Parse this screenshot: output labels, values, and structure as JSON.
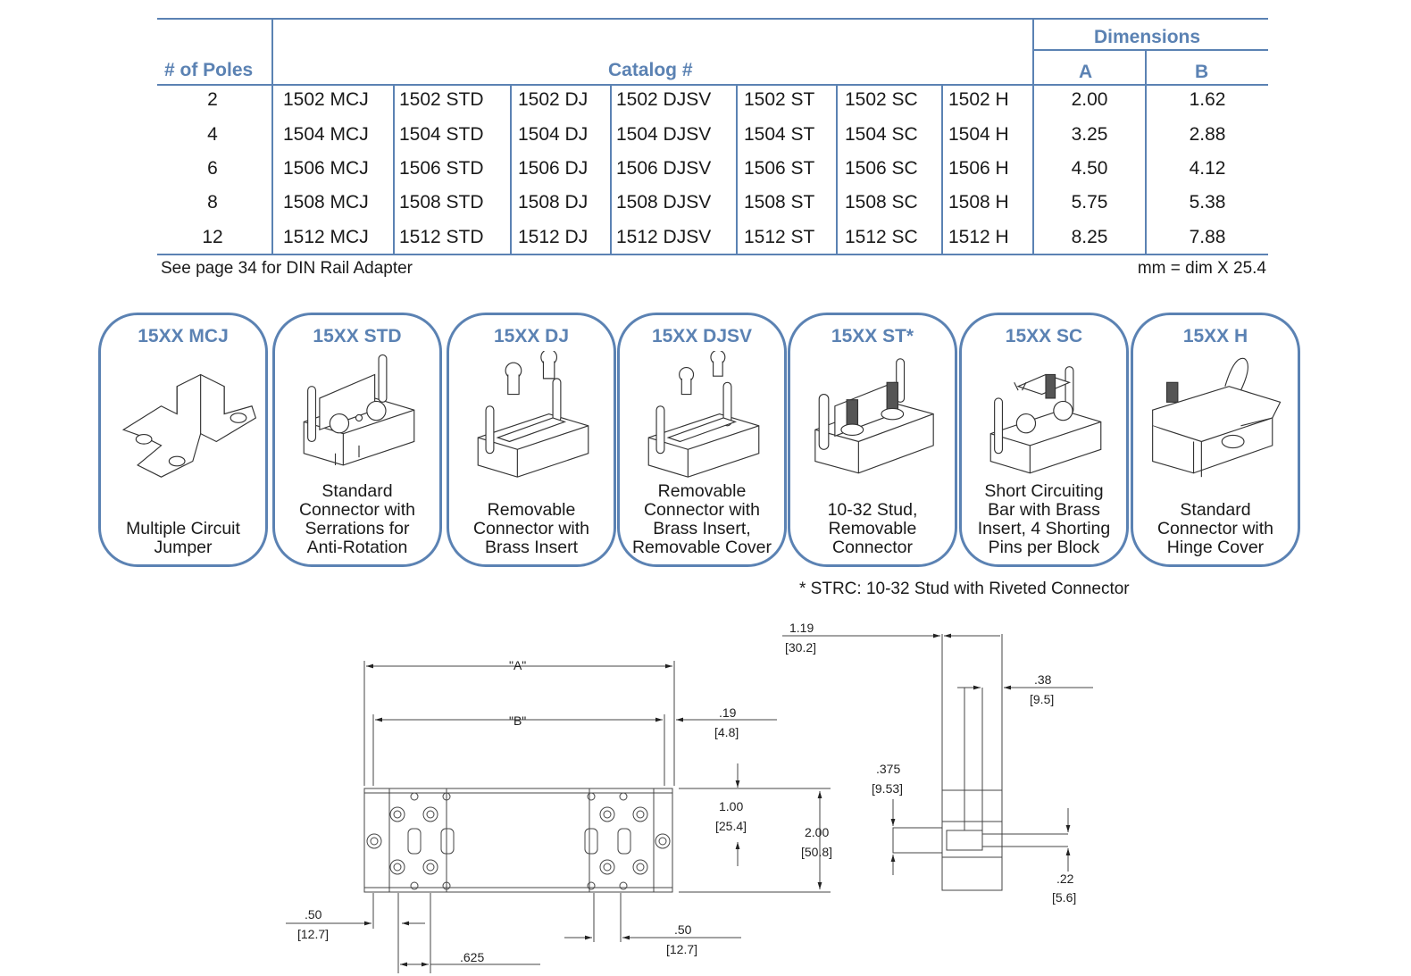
{
  "table": {
    "header_poles": "# of Poles",
    "header_catalog": "Catalog #",
    "header_dimensions": "Dimensions",
    "header_a": "A",
    "header_b": "B",
    "rows": [
      {
        "poles": "2",
        "cat": [
          "1502 MCJ",
          "1502 STD",
          "1502 DJ",
          "1502 DJSV",
          "1502 ST",
          "1502 SC",
          "1502 H"
        ],
        "a": "2.00",
        "b": "1.62"
      },
      {
        "poles": "4",
        "cat": [
          "1504 MCJ",
          "1504 STD",
          "1504 DJ",
          "1504 DJSV",
          "1504 ST",
          "1504 SC",
          "1504 H"
        ],
        "a": "3.25",
        "b": "2.88"
      },
      {
        "poles": "6",
        "cat": [
          "1506 MCJ",
          "1506 STD",
          "1506 DJ",
          "1506 DJSV",
          "1506 ST",
          "1506 SC",
          "1506 H"
        ],
        "a": "4.50",
        "b": "4.12"
      },
      {
        "poles": "8",
        "cat": [
          "1508 MCJ",
          "1508 STD",
          "1508 DJ",
          "1508 DJSV",
          "1508 ST",
          "1508 SC",
          "1508 H"
        ],
        "a": "5.75",
        "b": "5.38"
      },
      {
        "poles": "12",
        "cat": [
          "1512 MCJ",
          "1512 STD",
          "1512 DJ",
          "1512 DJSV",
          "1512 ST",
          "1512 SC",
          "1512 H"
        ],
        "a": "8.25",
        "b": "7.88"
      }
    ],
    "note_left": "See page 34 for DIN Rail Adapter",
    "note_right": "mm = dim X 25.4"
  },
  "cards": [
    {
      "title": "15XX MCJ",
      "desc": [
        "Multiple Circuit",
        "Jumper"
      ]
    },
    {
      "title": "15XX STD",
      "desc": [
        "Standard",
        "Connector with",
        "Serrations for",
        "Anti-Rotation"
      ]
    },
    {
      "title": "15XX DJ",
      "desc": [
        "Removable",
        "Connector with",
        "Brass Insert"
      ]
    },
    {
      "title": "15XX DJSV",
      "desc": [
        "Removable",
        "Connector with",
        "Brass Insert,",
        "Removable Cover"
      ]
    },
    {
      "title": "15XX ST*",
      "desc": [
        "10-32 Stud,",
        "Removable",
        "Connector"
      ]
    },
    {
      "title": "15XX SC",
      "desc": [
        "Short Circuiting",
        "Bar with Brass",
        "Insert, 4 Shorting",
        "Pins per Block"
      ]
    },
    {
      "title": "15XX H",
      "desc": [
        "Standard",
        "Connector with",
        "Hinge Cover"
      ]
    }
  ],
  "footnote": "* STRC: 10-32 Stud with Riveted Connector",
  "drawing": {
    "A": "\"A\"",
    "B": "\"B\"",
    "d019": ".19",
    "d019mm": "[4.8]",
    "d100": "1.00",
    "d100mm": "[25.4]",
    "d200": "2.00",
    "d200mm": "[50.8]",
    "d050a": ".50",
    "d050amm": "[12.7]",
    "d050b": ".50",
    "d050bmm": "[12.7]",
    "d0625": ".625",
    "d119": "1.19",
    "d119mm": "[30.2]",
    "d038": ".38",
    "d038mm": "[9.5]",
    "d0375": ".375",
    "d0375mm": "[9.53]",
    "d022": ".22",
    "d022mm": "[5.6]"
  }
}
